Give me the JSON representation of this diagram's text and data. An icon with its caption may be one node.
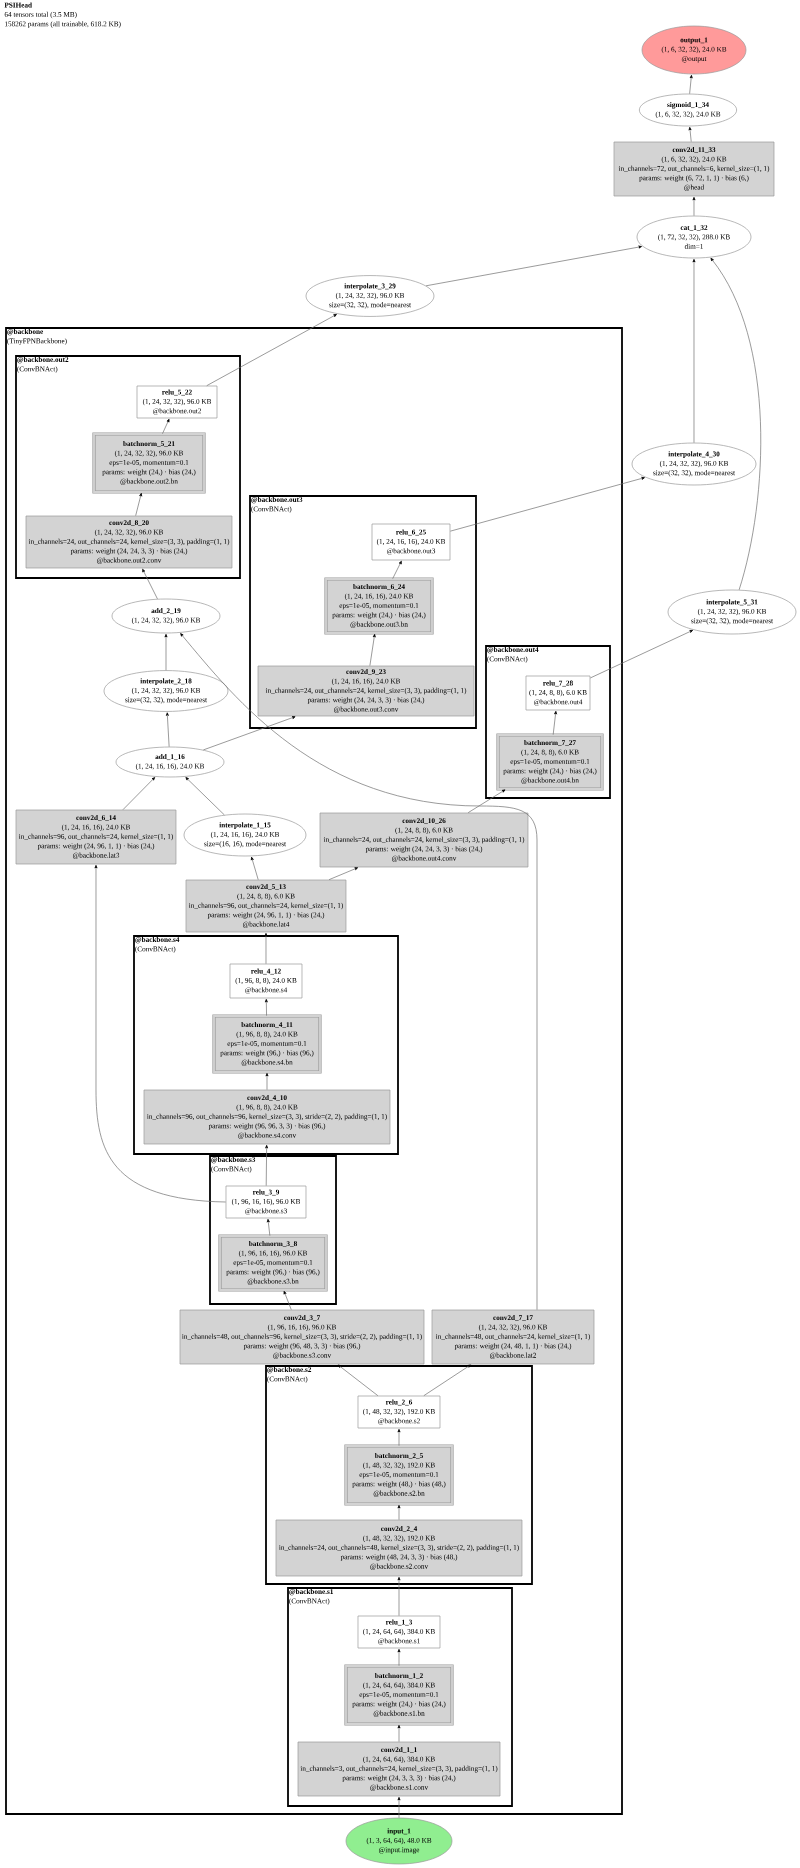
{
  "diagram": {
    "title": "PSIHead",
    "labels": [
      "64 tensors total (3.5 MB)",
      "158262 params (all trainable, 618.2 KB)"
    ],
    "nodes": [
      {
        "text": [
          "output_1",
          "(1, 6, 32, 32), 24.0 KB",
          "@output"
        ]
      },
      {
        "text": [
          "sigmoid_1_34",
          "(1, 6, 32, 32), 24.0 KB"
        ]
      },
      {
        "text": [
          "conv2d_11_33",
          "(1, 6, 32, 32), 24.0 KB",
          "in_channels=72, out_channels=6, kernel_size=(1, 1)",
          "params: weight (6, 72, 1, 1) · bias (6,)",
          "@head"
        ]
      },
      {
        "text": [
          "cat_1_32",
          "(1, 72, 32, 32), 288.0 KB",
          "dim=1"
        ]
      },
      {
        "text": [
          "interpolate_3_29",
          "(1, 24, 32, 32), 96.0 KB",
          "size=(32, 32), mode=nearest"
        ]
      },
      {
        "text": [
          "interpolate_4_30",
          "(1, 24, 32, 32), 96.0 KB",
          "size=(32, 32), mode=nearest"
        ]
      },
      {
        "text": [
          "interpolate_5_31",
          "(1, 24, 32, 32), 96.0 KB",
          "size=(32, 32), mode=nearest"
        ]
      },
      {
        "text": [
          "@backbone",
          "(TinyFPNBackbone)"
        ]
      },
      {
        "text": [
          "@backbone.out2",
          "(ConvBNAct)"
        ],
        "in": 7
      },
      {
        "text": [
          "relu_5_22",
          "(1, 24, 32, 32), 96.0 KB",
          "@backbone.out2"
        ],
        "in": 8
      },
      {
        "text": [
          "batchnorm_5_21",
          "(1, 24, 32, 32), 96.0 KB",
          "eps=1e-05, momentum=0.1",
          "params: weight (24,) · bias (24,)",
          "@backbone.out2.bn"
        ],
        "in": 8
      },
      {
        "text": [
          "conv2d_8_20",
          "(1, 24, 32, 32), 96.0 KB",
          "in_channels=24, out_channels=24, kernel_size=(3, 3), padding=(1, 1)",
          "params: weight (24, 24, 3, 3) · bias (24,)",
          "@backbone.out2.conv"
        ],
        "in": 8
      },
      {
        "text": [
          "@backbone.out3",
          "(ConvBNAct)"
        ],
        "in": 7
      },
      {
        "text": [
          "relu_6_25",
          "(1, 24, 16, 16), 24.0 KB",
          "@backbone.out3"
        ],
        "in": 12
      },
      {
        "text": [
          "batchnorm_6_24",
          "(1, 24, 16, 16), 24.0 KB",
          "eps=1e-05, momentum=0.1",
          "params: weight (24,) · bias (24,)",
          "@backbone.out3.bn"
        ],
        "in": 12
      },
      {
        "text": [
          "conv2d_9_23",
          "(1, 24, 16, 16), 24.0 KB",
          "in_channels=24, out_channels=24, kernel_size=(3, 3), padding=(1, 1)",
          "params: weight (24, 24, 3, 3) · bias (24,)",
          "@backbone.out3.conv"
        ],
        "in": 12
      },
      {
        "text": [
          "add_2_19",
          "(1, 24, 32, 32), 96.0 KB"
        ],
        "in": 7
      },
      {
        "text": [
          "interpolate_2_18",
          "(1, 24, 32, 32), 96.0 KB",
          "size=(32, 32), mode=nearest"
        ],
        "in": 7
      },
      {
        "text": [
          "@backbone.out4",
          "(ConvBNAct)"
        ],
        "in": 7
      },
      {
        "text": [
          "relu_7_28",
          "(1, 24, 8, 8), 6.0 KB",
          "@backbone.out4"
        ],
        "in": 18
      },
      {
        "text": [
          "batchnorm_7_27",
          "(1, 24, 8, 8), 6.0 KB",
          "eps=1e-05, momentum=0.1",
          "params: weight (24,) · bias (24,)",
          "@backbone.out4.bn"
        ],
        "in": 18
      },
      {
        "text": [
          "add_1_16",
          "(1, 24, 16, 16), 24.0 KB"
        ],
        "in": 7
      },
      {
        "text": [
          "conv2d_6_14",
          "(1, 24, 16, 16), 24.0 KB",
          "in_channels=96, out_channels=24, kernel_size=(1, 1)",
          "params: weight (24, 96, 1, 1) · bias (24,)",
          "@backbone.lat3"
        ],
        "in": 7
      },
      {
        "text": [
          "interpolate_1_15",
          "(1, 24, 16, 16), 24.0 KB",
          "size=(16, 16), mode=nearest"
        ],
        "in": 7
      },
      {
        "text": [
          "conv2d_10_26",
          "(1, 24, 8, 8), 6.0 KB",
          "in_channels=24, out_channels=24, kernel_size=(3, 3), padding=(1, 1)",
          "params: weight (24, 24, 3, 3) · bias (24,)",
          "@backbone.out4.conv"
        ],
        "in": 7
      },
      {
        "text": [
          "conv2d_5_13",
          "(1, 24, 8, 8), 6.0 KB",
          "in_channels=96, out_channels=24, kernel_size=(1, 1)",
          "params: weight (24, 96, 1, 1) · bias (24,)",
          "@backbone.lat4"
        ],
        "in": 7
      },
      {
        "text": [
          "@backbone.s4",
          "(ConvBNAct)"
        ],
        "in": 7
      },
      {
        "text": [
          "relu_4_12",
          "(1, 96, 8, 8), 24.0 KB",
          "@backbone.s4"
        ],
        "in": 26
      },
      {
        "text": [
          "batchnorm_4_11",
          "(1, 96, 8, 8), 24.0 KB",
          "eps=1e-05, momentum=0.1",
          "params: weight (96,) · bias (96,)",
          "@backbone.s4.bn"
        ],
        "in": 26
      },
      {
        "text": [
          "conv2d_4_10",
          "(1, 96, 8, 8), 24.0 KB",
          "in_channels=96, out_channels=96, kernel_size=(3, 3), stride=(2, 2), padding=(1, 1)",
          "params: weight (96, 96, 3, 3) · bias (96,)",
          "@backbone.s4.conv"
        ],
        "in": 26
      },
      {
        "text": [
          "@backbone.s3",
          "(ConvBNAct)"
        ],
        "in": 7
      },
      {
        "text": [
          "relu_3_9",
          "(1, 96, 16, 16), 96.0 KB",
          "@backbone.s3"
        ],
        "in": 30
      },
      {
        "text": [
          "batchnorm_3_8",
          "(1, 96, 16, 16), 96.0 KB",
          "eps=1e-05, momentum=0.1",
          "params: weight (96,) · bias (96,)",
          "@backbone.s3.bn"
        ],
        "in": 30
      },
      {
        "text": [
          "conv2d_3_7",
          "(1, 96, 16, 16), 96.0 KB",
          "in_channels=48, out_channels=96, kernel_size=(3, 3), stride=(2, 2), padding=(1, 1)",
          "params: weight (96, 48, 3, 3) · bias (96,)",
          "@backbone.s3.conv"
        ],
        "in": 7
      },
      {
        "text": [
          "conv2d_7_17",
          "(1, 24, 32, 32), 96.0 KB",
          "in_channels=48, out_channels=24, kernel_size=(1, 1)",
          "params: weight (24, 48, 1, 1) · bias (24,)",
          "@backbone.lat2"
        ],
        "in": 7
      },
      {
        "text": [
          "@backbone.s2",
          "(ConvBNAct)"
        ],
        "in": 7
      },
      {
        "text": [
          "relu_2_6",
          "(1, 48, 32, 32), 192.0 KB",
          "@backbone.s2"
        ],
        "in": 35
      },
      {
        "text": [
          "batchnorm_2_5",
          "(1, 48, 32, 32), 192.0 KB",
          "eps=1e-05, momentum=0.1",
          "params: weight (48,) · bias (48,)",
          "@backbone.s2.bn"
        ],
        "in": 35
      },
      {
        "text": [
          "conv2d_2_4",
          "(1, 48, 32, 32), 192.0 KB",
          "in_channels=24, out_channels=48, kernel_size=(3, 3), stride=(2, 2), padding=(1, 1)",
          "params: weight (48, 24, 3, 3) · bias (48,)",
          "@backbone.s2.conv"
        ],
        "in": 35
      },
      {
        "text": [
          "@backbone.s1",
          "(ConvBNAct)"
        ],
        "in": 7
      },
      {
        "text": [
          "relu_1_3",
          "(1, 24, 64, 64), 384.0 KB",
          "@backbone.s1"
        ],
        "in": 39
      },
      {
        "text": [
          "batchnorm_1_2",
          "(1, 24, 64, 64), 384.0 KB",
          "eps=1e-05, momentum=0.1",
          "params: weight (24,) · bias (24,)",
          "@backbone.s1.bn"
        ],
        "in": 39
      },
      {
        "text": [
          "conv2d_1_1",
          "(1, 24, 64, 64), 384.0 KB",
          "in_channels=3, out_channels=24, kernel_size=(3, 3), padding=(1, 1)",
          "params: weight (24, 3, 3, 3) · bias (24,)",
          "@backbone.s1.conv"
        ],
        "in": 39
      },
      {
        "text": [
          "input_1",
          "(1, 3, 64, 64), 48.0 KB",
          "@input.image"
        ]
      }
    ],
    "edges": [
      {
        "from": 43,
        "to": 42,
        "arrow": "to"
      },
      {
        "from": 42,
        "to": 41,
        "arrow": "to"
      },
      {
        "from": 41,
        "to": 40,
        "arrow": "to"
      },
      {
        "from": 40,
        "to": 38,
        "arrow": "to"
      },
      {
        "from": 38,
        "to": 37,
        "arrow": "to"
      },
      {
        "from": 37,
        "to": 36,
        "arrow": "to"
      },
      {
        "from": 36,
        "to": 33,
        "arrow": "to"
      },
      {
        "from": 36,
        "to": 34,
        "arrow": "to"
      },
      {
        "from": 33,
        "to": 32,
        "arrow": "to"
      },
      {
        "from": 32,
        "to": 31,
        "arrow": "to"
      },
      {
        "from": 31,
        "to": 29,
        "arrow": "to"
      },
      {
        "from": 31,
        "to": 22,
        "arrow": "to"
      },
      {
        "from": 29,
        "to": 28,
        "arrow": "to"
      },
      {
        "from": 28,
        "to": 27,
        "arrow": "to"
      },
      {
        "from": 27,
        "to": 25,
        "arrow": "to"
      },
      {
        "from": 25,
        "to": 23,
        "arrow": "to"
      },
      {
        "from": 25,
        "to": 24,
        "arrow": "to"
      },
      {
        "from": 22,
        "to": 21,
        "arrow": "to"
      },
      {
        "from": 23,
        "to": 21,
        "arrow": "to"
      },
      {
        "from": 21,
        "to": 17,
        "arrow": "to"
      },
      {
        "from": 21,
        "to": 15,
        "arrow": "to"
      },
      {
        "from": 34,
        "to": 16,
        "arrow": "to"
      },
      {
        "from": 17,
        "to": 16,
        "arrow": "to"
      },
      {
        "from": 16,
        "to": 11,
        "arrow": "to"
      },
      {
        "from": 11,
        "to": 10,
        "arrow": "to"
      },
      {
        "from": 10,
        "to": 9,
        "arrow": "to"
      },
      {
        "from": 9,
        "to": 4,
        "arrow": "to"
      },
      {
        "from": 15,
        "to": 14,
        "arrow": "to"
      },
      {
        "from": 14,
        "to": 13,
        "arrow": "to"
      },
      {
        "from": 13,
        "to": 5,
        "arrow": "to"
      },
      {
        "from": 24,
        "to": 20,
        "arrow": "to"
      },
      {
        "from": 20,
        "to": 19,
        "arrow": "to"
      },
      {
        "from": 19,
        "to": 6,
        "arrow": "to"
      },
      {
        "from": 4,
        "to": 3,
        "arrow": "to"
      },
      {
        "from": 5,
        "to": 3,
        "arrow": "to"
      },
      {
        "from": 6,
        "to": 3,
        "arrow": "to"
      },
      {
        "from": 3,
        "to": 2,
        "arrow": "to"
      },
      {
        "from": 2,
        "to": 1,
        "arrow": "to"
      },
      {
        "from": 1,
        "to": 0,
        "arrow": "to"
      }
    ]
  }
}
